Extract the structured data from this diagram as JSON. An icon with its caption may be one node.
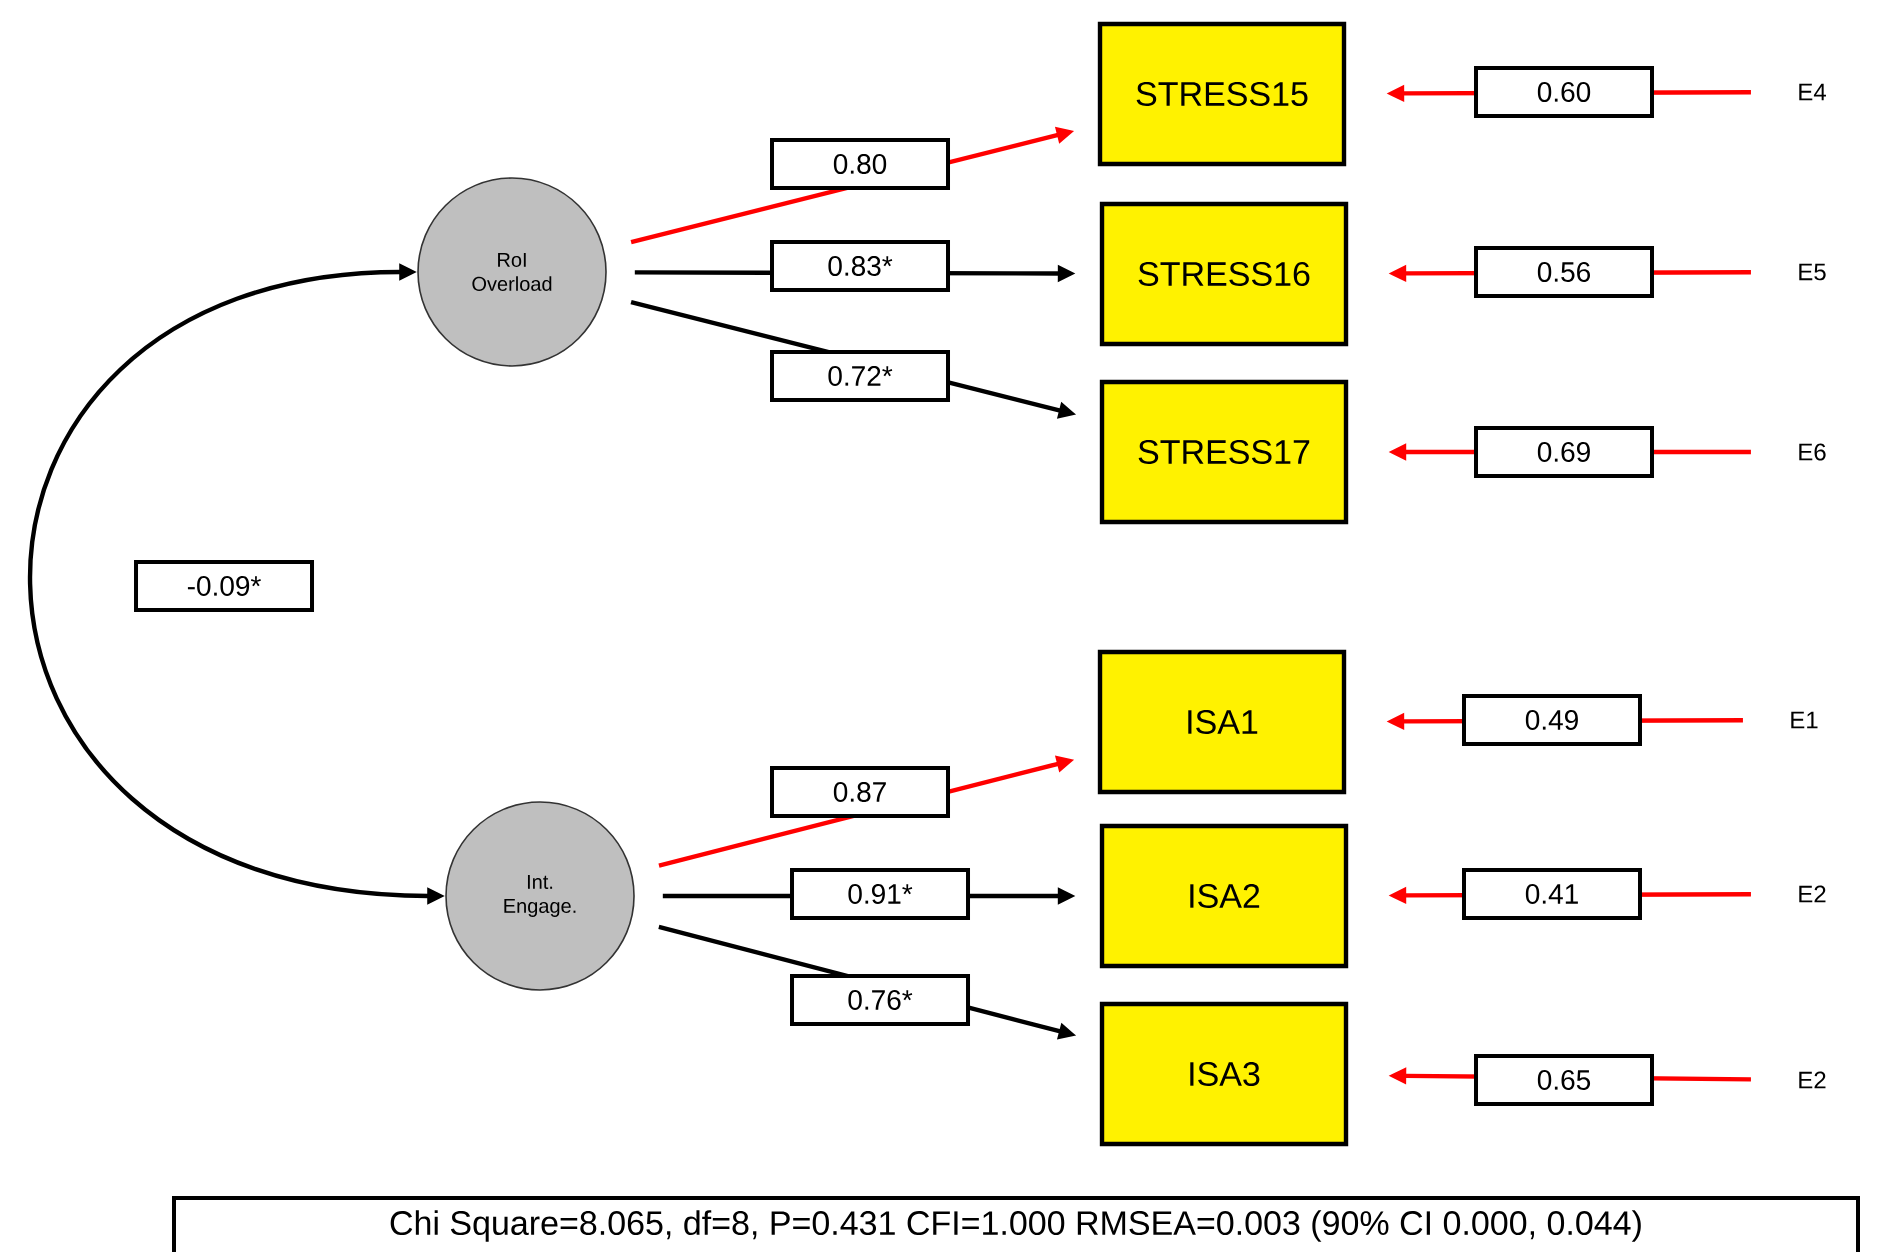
{
  "diagram": {
    "caption": "Chi Square=8.065, df=8, P=0.431 CFI=1.000 RMSEA=0.003 (90% CI 0.000, 0.044)",
    "nodes": [
      {
        "text": [
          "RoI Overload"
        ]
      },
      {
        "text": [
          "Int. Engage."
        ]
      },
      {
        "text": [
          "STRESS15"
        ]
      },
      {
        "text": [
          "STRESS16"
        ]
      },
      {
        "text": [
          "STRESS17"
        ]
      },
      {
        "text": [
          "ISA1"
        ]
      },
      {
        "text": [
          "ISA2"
        ]
      },
      {
        "text": [
          "ISA3"
        ]
      },
      {
        "text": [
          "E4"
        ]
      },
      {
        "text": [
          "E5"
        ]
      },
      {
        "text": [
          "E6"
        ]
      },
      {
        "text": [
          "E1"
        ]
      },
      {
        "text": [
          "E2"
        ]
      },
      {
        "text": [
          "E2"
        ]
      }
    ],
    "edges": [
      {
        "from": 0,
        "to": 1,
        "arrow": "both",
        "color": "#000000"
      },
      {
        "from": 0,
        "to": 2,
        "arrow": "to",
        "label": "0.80"
      },
      {
        "from": 0,
        "to": 3,
        "arrow": "to",
        "label": "0.83*",
        "color": "#000000"
      },
      {
        "from": 0,
        "to": 4,
        "arrow": "to",
        "label": "0.72*",
        "color": "#000000"
      },
      {
        "from": 1,
        "to": 5,
        "arrow": "to",
        "label": "0.87"
      },
      {
        "from": 1,
        "to": 6,
        "arrow": "to",
        "label": "0.91*",
        "color": "#000000"
      },
      {
        "from": 1,
        "to": 7,
        "arrow": "to",
        "label": "0.76*",
        "color": "#000000"
      },
      {
        "from": 8,
        "to": 2,
        "arrow": "to",
        "label": "0.60"
      },
      {
        "from": 9,
        "to": 3,
        "arrow": "to",
        "label": "0.56"
      },
      {
        "from": 10,
        "to": 4,
        "arrow": "to",
        "label": "0.69"
      },
      {
        "from": 11,
        "to": 5,
        "arrow": "to",
        "label": "0.49"
      },
      {
        "from": 12,
        "to": 6,
        "arrow": "to",
        "label": "0.41"
      },
      {
        "from": 13,
        "to": 7,
        "arrow": "to",
        "label": "0.65"
      }
    ],
    "labels": [
      "-0.09*"
    ]
  }
}
